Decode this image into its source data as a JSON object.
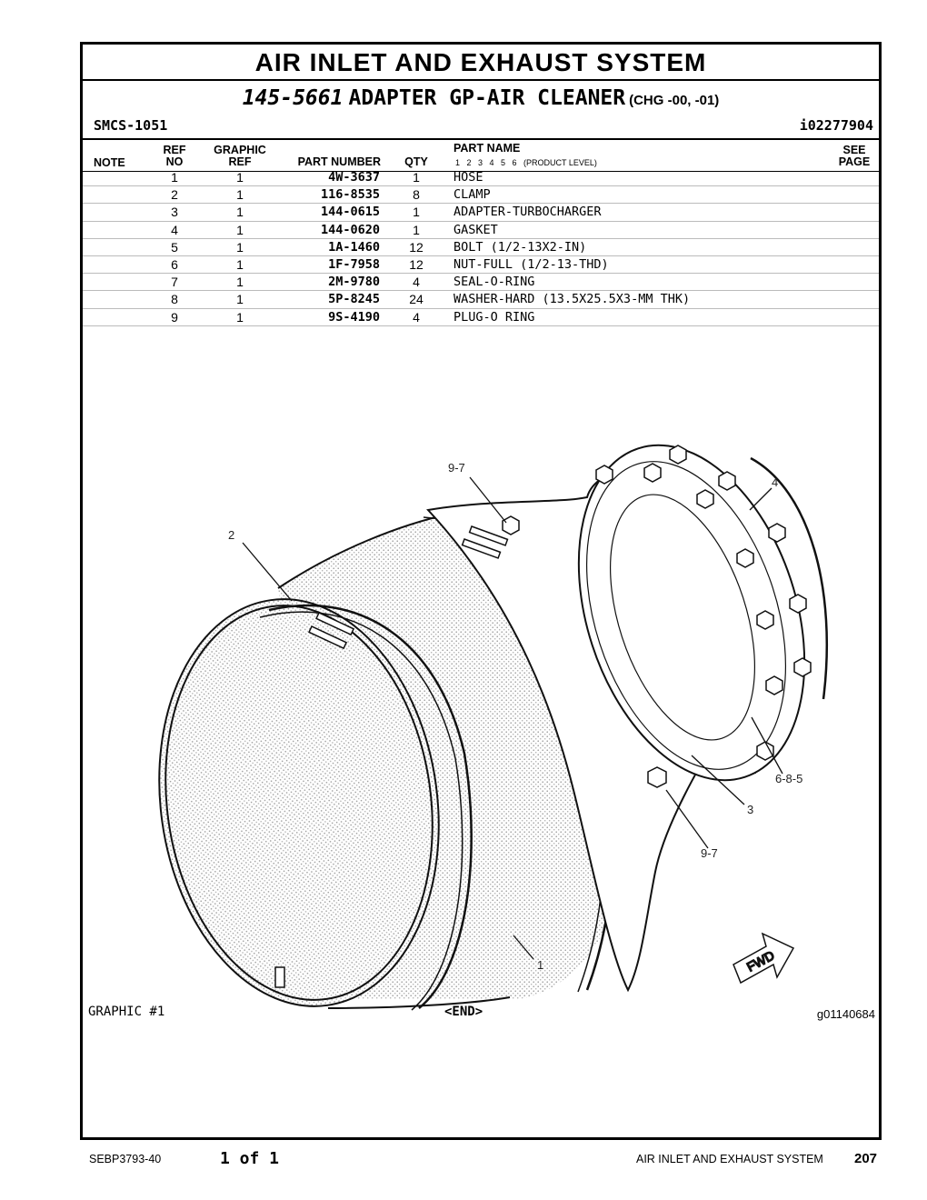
{
  "title": "AIR INLET AND EXHAUST SYSTEM",
  "subtitle": {
    "part_number": "145-5661",
    "name": "ADAPTER GP-AIR CLEANER",
    "change": "(CHG -00, -01)"
  },
  "smcs": "SMCS-1051",
  "doc_id": "i02277904",
  "table": {
    "headers": {
      "note": "NOTE",
      "ref_top": "REF",
      "ref_bottom": "NO",
      "graphic_top": "GRAPHIC",
      "graphic_bottom": "REF",
      "part_number": "PART NUMBER",
      "qty": "QTY",
      "part_name": "PART NAME",
      "product_level": "1   2   3   4   5   6   (PRODUCT LEVEL)",
      "see_top": "SEE",
      "see_bottom": "PAGE"
    },
    "rows": [
      {
        "ref": "1",
        "graphic": "1",
        "part": "4W-3637",
        "qty": "1",
        "name": "HOSE"
      },
      {
        "ref": "2",
        "graphic": "1",
        "part": "116-8535",
        "qty": "8",
        "name": "CLAMP"
      },
      {
        "ref": "3",
        "graphic": "1",
        "part": "144-0615",
        "qty": "1",
        "name": "ADAPTER-TURBOCHARGER"
      },
      {
        "ref": "4",
        "graphic": "1",
        "part": "144-0620",
        "qty": "1",
        "name": "GASKET"
      },
      {
        "ref": "5",
        "graphic": "1",
        "part": "1A-1460",
        "qty": "12",
        "name": "BOLT (1/2-13X2-IN)"
      },
      {
        "ref": "6",
        "graphic": "1",
        "part": "1F-7958",
        "qty": "12",
        "name": "NUT-FULL (1/2-13-THD)"
      },
      {
        "ref": "7",
        "graphic": "1",
        "part": "2M-9780",
        "qty": "4",
        "name": "SEAL-O-RING"
      },
      {
        "ref": "8",
        "graphic": "1",
        "part": "5P-8245",
        "qty": "24",
        "name": "WASHER-HARD (13.5X25.5X3-MM THK)"
      },
      {
        "ref": "9",
        "graphic": "1",
        "part": "9S-4190",
        "qty": "4",
        "name": "PLUG-O RING"
      }
    ]
  },
  "graphic": {
    "label": "GRAPHIC #1",
    "end": "<END>",
    "id": "g01140684",
    "callouts": {
      "c97a": "9-7",
      "c4": "4",
      "c2": "2",
      "c685": "6-8-5",
      "c3": "3",
      "c97b": "9-7",
      "c1": "1",
      "fwd": "FWD"
    }
  },
  "footer": {
    "doc": "SEBP3793-40",
    "page_of": "1 of 1",
    "section": "AIR INLET AND EXHAUST SYSTEM",
    "page_number": "207"
  }
}
